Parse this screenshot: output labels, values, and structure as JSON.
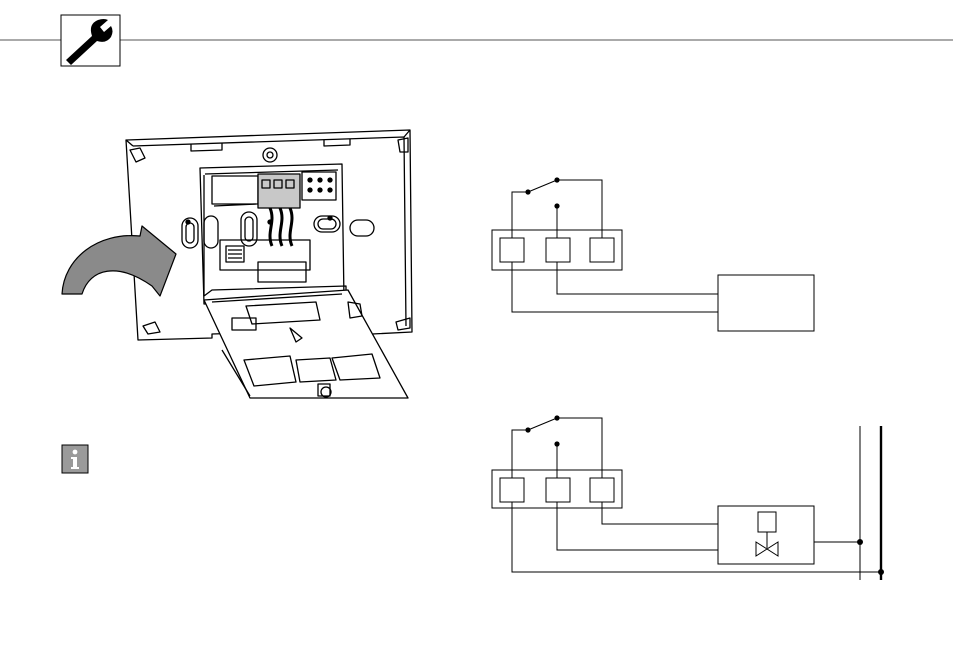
{
  "page": {
    "header_icon": "wrench-icon",
    "info_icon": "info-icon"
  },
  "illustration": {
    "subject": "thermostat-base-with-open-cover",
    "arrow_icon": "curved-arrow-icon"
  },
  "diagrams": {
    "top": {
      "terminals": 3,
      "load_icon": "load-box"
    },
    "bottom": {
      "terminals": 3,
      "load_icon": "valve-actuator-icon",
      "supply_lines": 2
    }
  },
  "colors": {
    "line": "#000000",
    "rule": "#555555",
    "arrow_fill": "#8a8a8a",
    "info_fill": "#9a9a9a",
    "relay_fill": "#c8c8c8"
  }
}
